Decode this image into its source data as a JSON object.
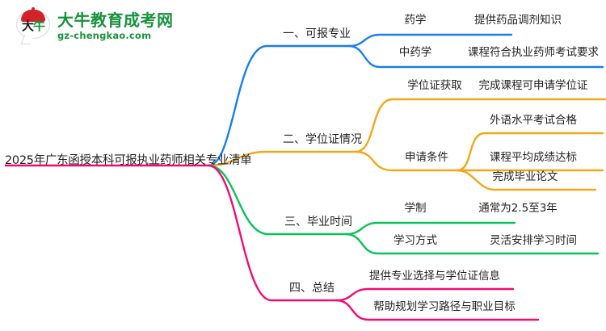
{
  "logo": {
    "mark_text": "大牛",
    "title": "大牛教育成考网",
    "subtitle": "gz-chengkao.com"
  },
  "mindmap": {
    "root": "2025年广东函授本科可报执业药师相关专业清单",
    "colors": {
      "branch1": "#1a7fe8",
      "branch2": "#f0a818",
      "branch3": "#0ac25a",
      "branch4": "#f50a72",
      "text": "#231f20"
    },
    "branches": [
      {
        "label": "一、可报专业",
        "color": "#1a7fe8",
        "children": [
          {
            "label": "药学",
            "children": [
              {
                "label": "提供药品调剂知识"
              }
            ]
          },
          {
            "label": "中药学",
            "children": [
              {
                "label": "课程符合执业药师考试要求"
              }
            ]
          }
        ]
      },
      {
        "label": "二、学位证情况",
        "color": "#f0a818",
        "children": [
          {
            "label": "学位证获取",
            "children": [
              {
                "label": "完成课程可申请学位证"
              }
            ]
          },
          {
            "label": "申请条件",
            "children": [
              {
                "label": "外语水平考试合格"
              },
              {
                "label": "课程平均成绩达标"
              },
              {
                "label": "完成毕业论文"
              }
            ]
          }
        ]
      },
      {
        "label": "三、毕业时间",
        "color": "#0ac25a",
        "children": [
          {
            "label": "学制",
            "children": [
              {
                "label": "通常为2.5至3年"
              }
            ]
          },
          {
            "label": "学习方式",
            "children": [
              {
                "label": "灵活安排学习时间"
              }
            ]
          }
        ]
      },
      {
        "label": "四、总结",
        "color": "#f50a72",
        "children": [
          {
            "label": "提供专业选择与学位证信息"
          },
          {
            "label": "帮助规划学习路径与职业目标"
          }
        ]
      }
    ]
  }
}
